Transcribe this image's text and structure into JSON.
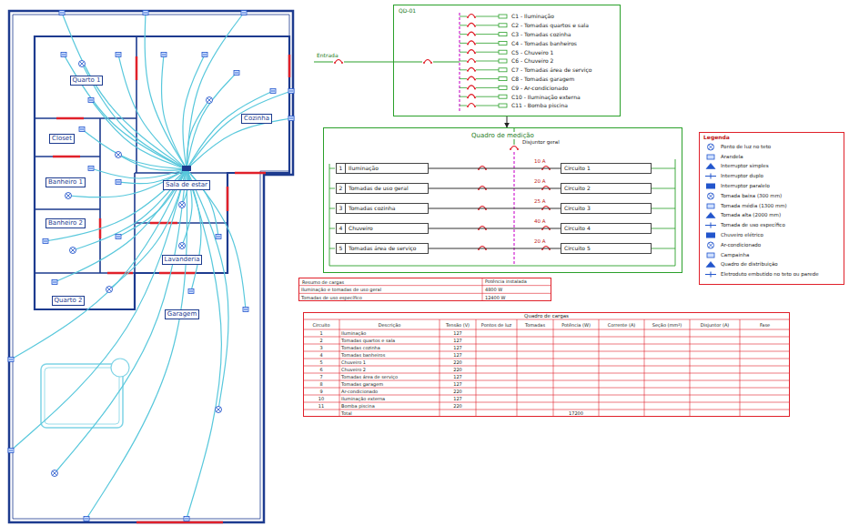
{
  "diagram": {
    "nodes": [
      {
        "text": [
          "Quarto 1"
        ]
      },
      {
        "text": [
          "Cozinha"
        ]
      },
      {
        "text": [
          "Closet"
        ]
      },
      {
        "text": [
          "Banheiro 1"
        ]
      },
      {
        "text": [
          "Sala de estar"
        ]
      },
      {
        "text": [
          "Banheiro 2"
        ]
      },
      {
        "text": [
          "Lavanderia"
        ]
      },
      {
        "text": [
          "Quarto 2"
        ]
      },
      {
        "text": [
          "Garagem"
        ]
      },
      {
        "text": [
          "QD-01"
        ]
      },
      {
        "text": [
          "Quadro de medição"
        ]
      },
      {
        "text": [
          "1",
          "Iluminação"
        ],
        "in": 10
      },
      {
        "text": [
          "2",
          "Tomadas de uso geral"
        ],
        "in": 10
      },
      {
        "text": [
          "3",
          "Tomadas cozinha"
        ],
        "in": 10
      },
      {
        "text": [
          "4",
          "Chuveiro"
        ],
        "in": 10
      },
      {
        "text": [
          "5",
          "Tomadas área de serviço"
        ],
        "in": 10
      },
      {
        "text": [
          "Circuito 1"
        ],
        "in": 10
      },
      {
        "text": [
          "Circuito 2"
        ],
        "in": 10
      },
      {
        "text": [
          "Circuito 3"
        ],
        "in": 10
      },
      {
        "text": [
          "Circuito 4"
        ],
        "in": 10
      },
      {
        "text": [
          "Circuito 5"
        ],
        "in": 10
      },
      {
        "text": [
          "Legenda"
        ]
      },
      {
        "text": [
          "Resumo de cargas"
        ]
      },
      {
        "text": [
          "Quadro de cargas"
        ]
      }
    ],
    "edges": [
      {
        "from": 9,
        "to": 10,
        "arrow": "to"
      },
      {
        "from": 11,
        "to": 16,
        "arrow": "none"
      },
      {
        "from": 12,
        "to": 17,
        "arrow": "none"
      },
      {
        "from": 13,
        "to": 18,
        "arrow": "none"
      },
      {
        "from": 14,
        "to": 19,
        "arrow": "none"
      },
      {
        "from": 15,
        "to": 20,
        "arrow": "none"
      }
    ],
    "labels": [
      "Entrada",
      "C1 - Iluminação",
      "C2 - Tomadas quartos e sala",
      "C3 - Tomadas cozinha",
      "C4 - Tomadas banheiros",
      "C5 - Chuveiro 1",
      "C6 - Chuveiro 2",
      "C7 - Tomadas área de serviço",
      "C8 - Tomadas garagem",
      "C9 - Ar-condicionado",
      "C10 - Iluminação externa",
      "C11 - Bomba piscina",
      "10 A",
      "20 A",
      "25 A",
      "40 A",
      "20 A",
      "Disjuntor geral",
      "Potência instalada",
      "Iluminação e tomadas de uso geral",
      "4800 W",
      "Tomadas de uso específico",
      "12400 W",
      "Circuito",
      "Descrição",
      "Tensão (V)",
      "Pontos de luz",
      "Tomadas",
      "Potência (W)",
      "Corrente (A)",
      "Seção (mm²)",
      "Disjuntor (A)",
      "Fase",
      "1",
      "Iluminação",
      "127",
      "2",
      "Tomadas quartos e sala",
      "127",
      "3",
      "Tomadas cozinha",
      "127",
      "4",
      "Tomadas banheiros",
      "127",
      "5",
      "Chuveiro 1",
      "220",
      "6",
      "Chuveiro 2",
      "220",
      "7",
      "Tomadas área de serviço",
      "127",
      "8",
      "Tomadas garagem",
      "127",
      "9",
      "Ar-condicionado",
      "220",
      "10",
      "Iluminação externa",
      "127",
      "11",
      "Bomba piscina",
      "220",
      "Total",
      "17200"
    ],
    "legend": [
      {
        "text": "Ponto de luz no teto"
      },
      {
        "text": "Arandela"
      },
      {
        "text": "Interruptor simples"
      },
      {
        "text": "Interruptor duplo"
      },
      {
        "text": "Interruptor paralelo"
      },
      {
        "text": "Tomada baixa (300 mm)"
      },
      {
        "text": "Tomada média (1300 mm)"
      },
      {
        "text": "Tomada alta (2000 mm)"
      },
      {
        "text": "Tomada de uso específico"
      },
      {
        "text": "Chuveiro elétrico"
      },
      {
        "text": "Ar-condicionado"
      },
      {
        "text": "Campainha"
      },
      {
        "text": "Quadro de distribuição"
      },
      {
        "text": "Eletroduto embutido no teto ou parede"
      }
    ]
  }
}
